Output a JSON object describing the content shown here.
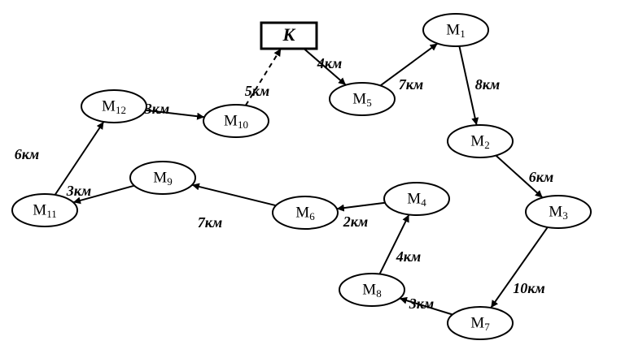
{
  "depot": {
    "label": "К"
  },
  "nodes": [
    {
      "id": "M1",
      "prefix": "М",
      "sub": "1"
    },
    {
      "id": "M2",
      "prefix": "М",
      "sub": "2"
    },
    {
      "id": "M3",
      "prefix": "М",
      "sub": "3"
    },
    {
      "id": "M4",
      "prefix": "М",
      "sub": "4"
    },
    {
      "id": "M5",
      "prefix": "М",
      "sub": "5"
    },
    {
      "id": "M6",
      "prefix": "М",
      "sub": "6"
    },
    {
      "id": "M7",
      "prefix": "М",
      "sub": "7"
    },
    {
      "id": "M8",
      "prefix": "М",
      "sub": "8"
    },
    {
      "id": "M9",
      "prefix": "М",
      "sub": "9"
    },
    {
      "id": "M10",
      "prefix": "М",
      "sub": "10"
    },
    {
      "id": "M11",
      "prefix": "М",
      "sub": "11"
    },
    {
      "id": "M12",
      "prefix": "М",
      "sub": "12"
    }
  ],
  "edges": [
    {
      "from": "K",
      "to": "M5",
      "label": "4км",
      "style": "solid"
    },
    {
      "from": "M5",
      "to": "M1",
      "label": "7км",
      "style": "solid"
    },
    {
      "from": "M1",
      "to": "M2",
      "label": "8км",
      "style": "solid"
    },
    {
      "from": "M2",
      "to": "M3",
      "label": "6км",
      "style": "solid"
    },
    {
      "from": "M3",
      "to": "M7",
      "label": "10км",
      "style": "solid"
    },
    {
      "from": "M7",
      "to": "M8",
      "label": "3км",
      "style": "solid"
    },
    {
      "from": "M8",
      "to": "M4",
      "label": "4км",
      "style": "solid"
    },
    {
      "from": "M4",
      "to": "M6",
      "label": "2км",
      "style": "solid"
    },
    {
      "from": "M6",
      "to": "M9",
      "label": "7км",
      "style": "solid"
    },
    {
      "from": "M9",
      "to": "M11",
      "label": "3км",
      "style": "solid"
    },
    {
      "from": "M11",
      "to": "M12",
      "label": "6км",
      "style": "solid"
    },
    {
      "from": "M12",
      "to": "M10",
      "label": "3км",
      "style": "solid"
    },
    {
      "from": "M10",
      "to": "K",
      "label": "5км",
      "style": "dashed"
    }
  ]
}
